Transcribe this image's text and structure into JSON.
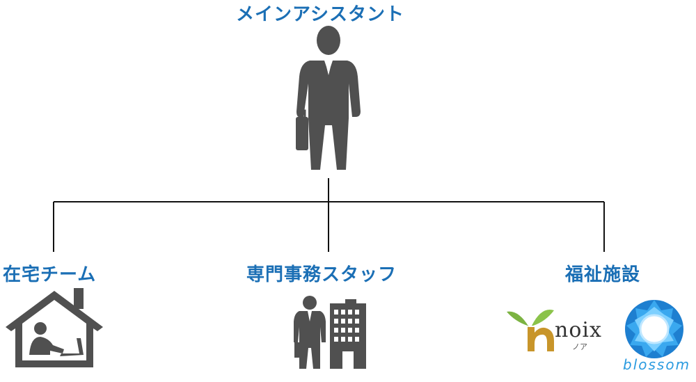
{
  "nodes": {
    "main": "メインアシスタント",
    "home_team": "在宅チーム",
    "office_staff": "専門事務スタッフ",
    "welfare": "福祉施設"
  },
  "logos": {
    "noix": "noix",
    "noix_sub": "ノア",
    "blossom": "blossom"
  },
  "colors": {
    "title": "#1b6fb5",
    "icon": "#505050",
    "line": "#111111",
    "noix_green": "#7cb342",
    "noix_gold": "#c8952a",
    "blossom_blue": "#2a9be0"
  },
  "icons": [
    "businessman-icon",
    "house-remote-worker-icon",
    "office-worker-building-icon",
    "noix-logo",
    "blossom-logo"
  ]
}
